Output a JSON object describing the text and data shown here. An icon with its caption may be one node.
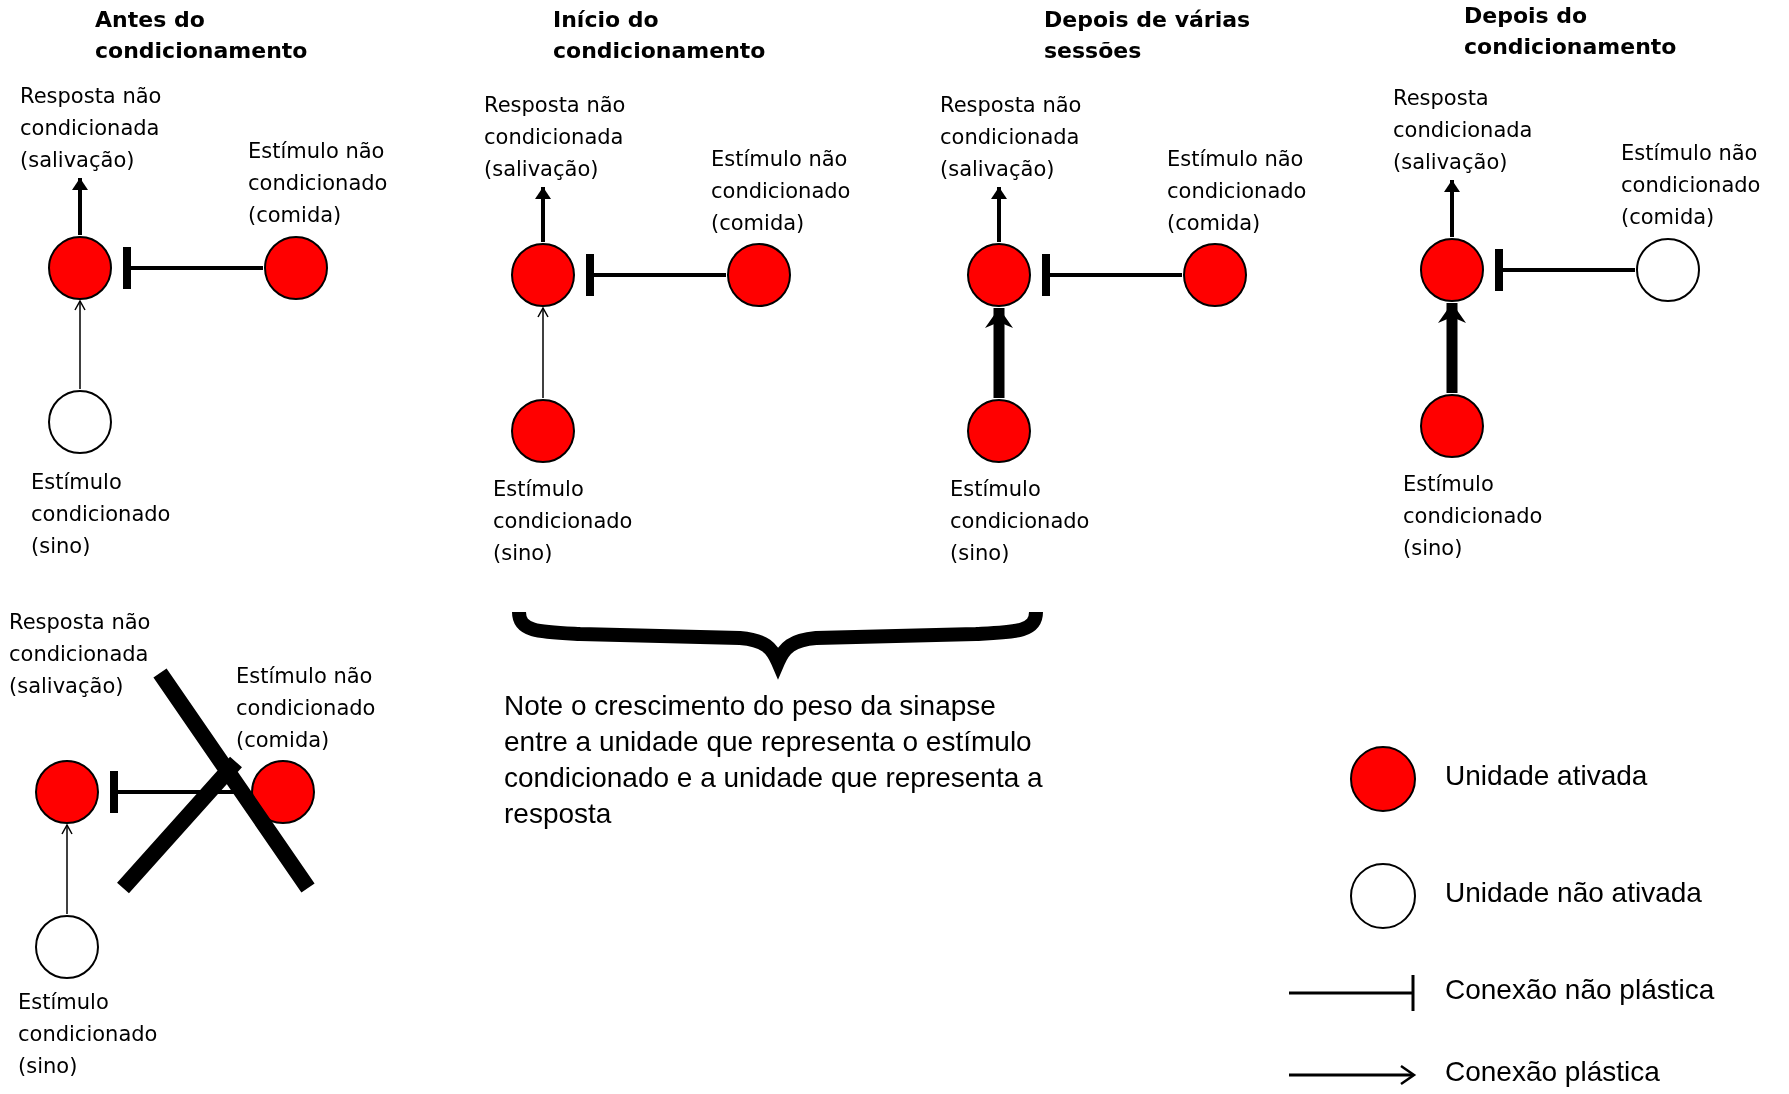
{
  "diagram": {
    "nodes": [
      {
        "text": [],
        "shape": "circle"
      },
      {
        "text": [],
        "shape": "circle",
        "beside": [
          "Estímulo não condicionado (comida)"
        ]
      },
      {
        "text": [],
        "shape": "circle",
        "beside": [
          "Estímulo condicionado (sino)"
        ]
      },
      {
        "text": [],
        "shape": "circle"
      },
      {
        "text": [],
        "shape": "circle",
        "beside": [
          "Estímulo não condicionado (comida)"
        ]
      },
      {
        "text": [],
        "shape": "circle",
        "beside": [
          "Estímulo condicionado (sino)"
        ]
      },
      {
        "text": [],
        "shape": "circle"
      },
      {
        "text": [],
        "shape": "circle",
        "beside": [
          "Estímulo não condicionado (comida)"
        ]
      },
      {
        "text": [],
        "shape": "circle",
        "beside": [
          "Estímulo condicionado (sino)"
        ]
      },
      {
        "text": [],
        "shape": "circle"
      },
      {
        "text": [],
        "shape": "circle",
        "beside": [
          "Estímulo não condicionado (comida)"
        ]
      },
      {
        "text": [],
        "shape": "circle",
        "beside": [
          "Estímulo condicionado (sino)"
        ]
      },
      {
        "text": [],
        "shape": "circle",
        "beside": [
          "Resposta não condicionada (salivação)"
        ]
      },
      {
        "text": [],
        "shape": "circle",
        "beside": [
          "Estímulo não condicionado (comida)"
        ]
      },
      {
        "text": [],
        "shape": "circle",
        "beside": [
          "Estímulo condicionado (sino)"
        ]
      },
      {
        "text": [
          "Resposta não condicionada (salivação)"
        ]
      },
      {
        "text": [
          "Resposta não condicionada (salivação)"
        ]
      },
      {
        "text": [
          "Resposta não condicionada (salivação)"
        ]
      },
      {
        "text": [
          "Resposta condicionada (salivação)"
        ]
      }
    ],
    "edges": [
      {
        "from": 1,
        "to": 0,
        "arrow": "other"
      },
      {
        "from": 2,
        "to": 0,
        "arrow": "to"
      },
      {
        "from": 0,
        "to": 15,
        "arrow": "to"
      },
      {
        "from": 4,
        "to": 3,
        "arrow": "other"
      },
      {
        "from": 5,
        "to": 3,
        "arrow": "to"
      },
      {
        "from": 3,
        "to": 16,
        "arrow": "to"
      },
      {
        "from": 7,
        "to": 6,
        "arrow": "other"
      },
      {
        "from": 8,
        "to": 6,
        "arrow": "to",
        "style": "thick"
      },
      {
        "from": 6,
        "to": 17,
        "arrow": "to"
      },
      {
        "from": 10,
        "to": 9,
        "arrow": "other"
      },
      {
        "from": 11,
        "to": 9,
        "arrow": "to",
        "style": "thick"
      },
      {
        "from": 9,
        "to": 18,
        "arrow": "to"
      },
      {
        "from": 13,
        "to": 12,
        "arrow": "other"
      },
      {
        "from": 14,
        "to": 12,
        "arrow": "to"
      }
    ],
    "labels": [
      "Antes do condicionamento",
      "Início do condicionamento",
      "Depois de várias sessões",
      "Depois do condicionamento",
      "Note o crescimento do peso da sinapse entre a unidade que representa o estímulo condicionado e a unidade que representa a resposta"
    ],
    "legend": [
      {
        "text": "Unidade ativada",
        "color": "#ff0000"
      },
      {
        "text": "Unidade não ativada",
        "color": "#ffffff"
      },
      {
        "text": "Conexão não plástica"
      },
      {
        "text": "Conexão plástica"
      }
    ]
  }
}
